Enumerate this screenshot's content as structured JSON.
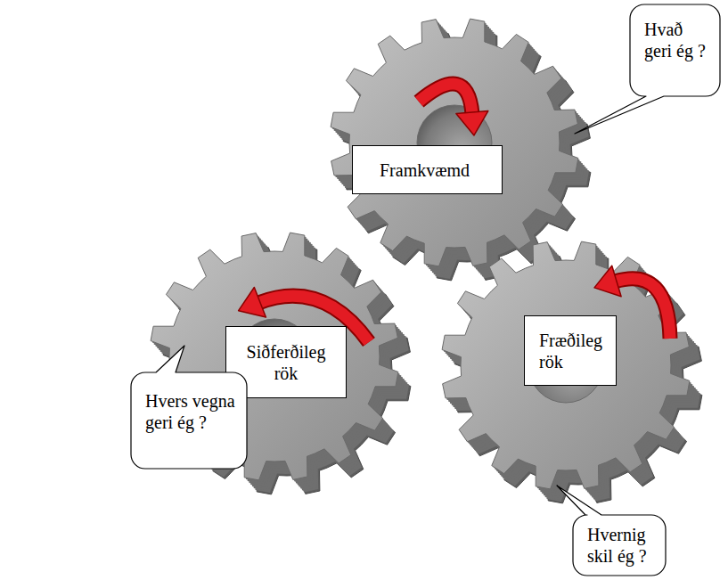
{
  "diagram": {
    "nodes": [
      {
        "text": [
          "Framkvæmd"
        ]
      },
      {
        "text": [
          "Hvað geri ég ?"
        ]
      },
      {
        "text": [
          "Siðferðileg rök"
        ]
      },
      {
        "text": [
          "Hvers vegna geri ég ?"
        ]
      },
      {
        "text": [
          "Fræðileg rök"
        ]
      },
      {
        "text": [
          "Hvernig skil ég ?"
        ]
      }
    ]
  }
}
